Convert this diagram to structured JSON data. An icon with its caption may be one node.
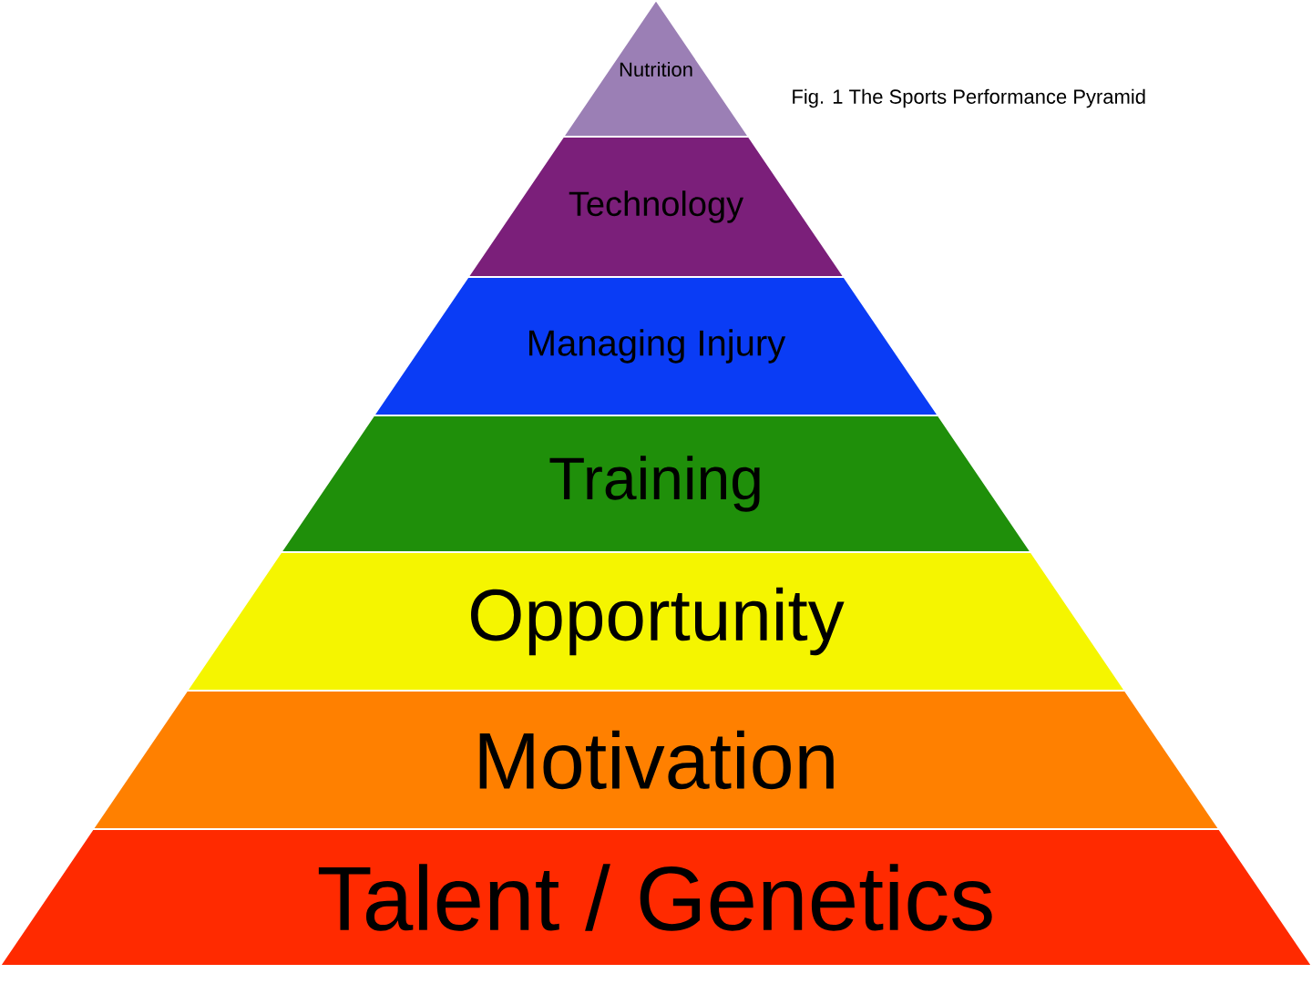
{
  "diagram": {
    "title": "Fig. 1  The Sports Performance Pyramid",
    "nodes": [
      {
        "text": [
          "Nutrition"
        ]
      },
      {
        "text": [
          "Technology"
        ]
      },
      {
        "text": [
          "Managing Injury"
        ]
      },
      {
        "text": [
          "Training"
        ]
      },
      {
        "text": [
          "Opportunity"
        ]
      },
      {
        "text": [
          "Motivation"
        ]
      },
      {
        "text": [
          "Talent / Genetics"
        ]
      }
    ],
    "edges": []
  }
}
